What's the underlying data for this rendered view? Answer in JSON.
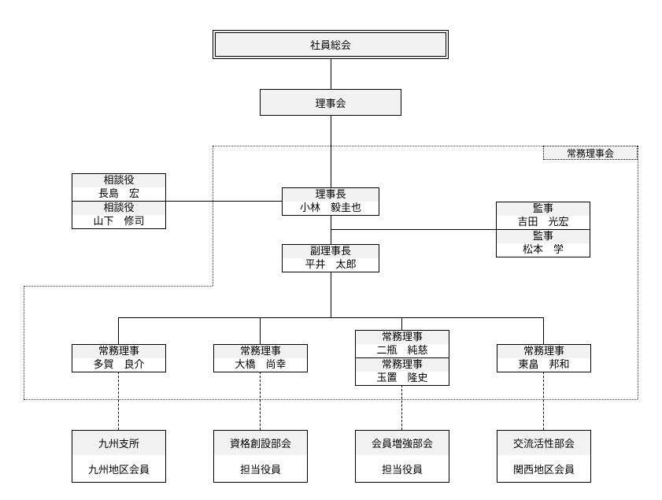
{
  "colors": {
    "background": "#ffffff",
    "box_fill": "#f2f2f2",
    "border": "#000000"
  },
  "top": {
    "general_meeting": "社員総会",
    "board": "理事会"
  },
  "executive_board_label": "常務理事会",
  "advisors": [
    {
      "title": "相談役",
      "name": "長島　宏"
    },
    {
      "title": "相談役",
      "name": "山下　修司"
    }
  ],
  "president": {
    "title": "理事長",
    "name": "小林　毅圭也"
  },
  "vice_president": {
    "title": "副理事長",
    "name": "平井　太郎"
  },
  "auditors": [
    {
      "title": "監事",
      "name": "吉田　光宏"
    },
    {
      "title": "監事",
      "name": "松本　学"
    }
  ],
  "managing_directors": [
    [
      {
        "title": "常務理事",
        "name": "多賀　良介"
      }
    ],
    [
      {
        "title": "常務理事",
        "name": "大橋　尚幸"
      }
    ],
    [
      {
        "title": "常務理事",
        "name": "二瓶　純慈"
      },
      {
        "title": "常務理事",
        "name": "玉置　隆史"
      }
    ],
    [
      {
        "title": "常務理事",
        "name": "東畠　邦和"
      }
    ]
  ],
  "departments": [
    {
      "title": "九州支所",
      "members": "九州地区会員"
    },
    {
      "title": "資格創設部会",
      "members": "担当役員"
    },
    {
      "title": "会員増強部会",
      "members": "担当役員"
    },
    {
      "title": "交流活性部会",
      "members": "関西地区会員"
    }
  ]
}
